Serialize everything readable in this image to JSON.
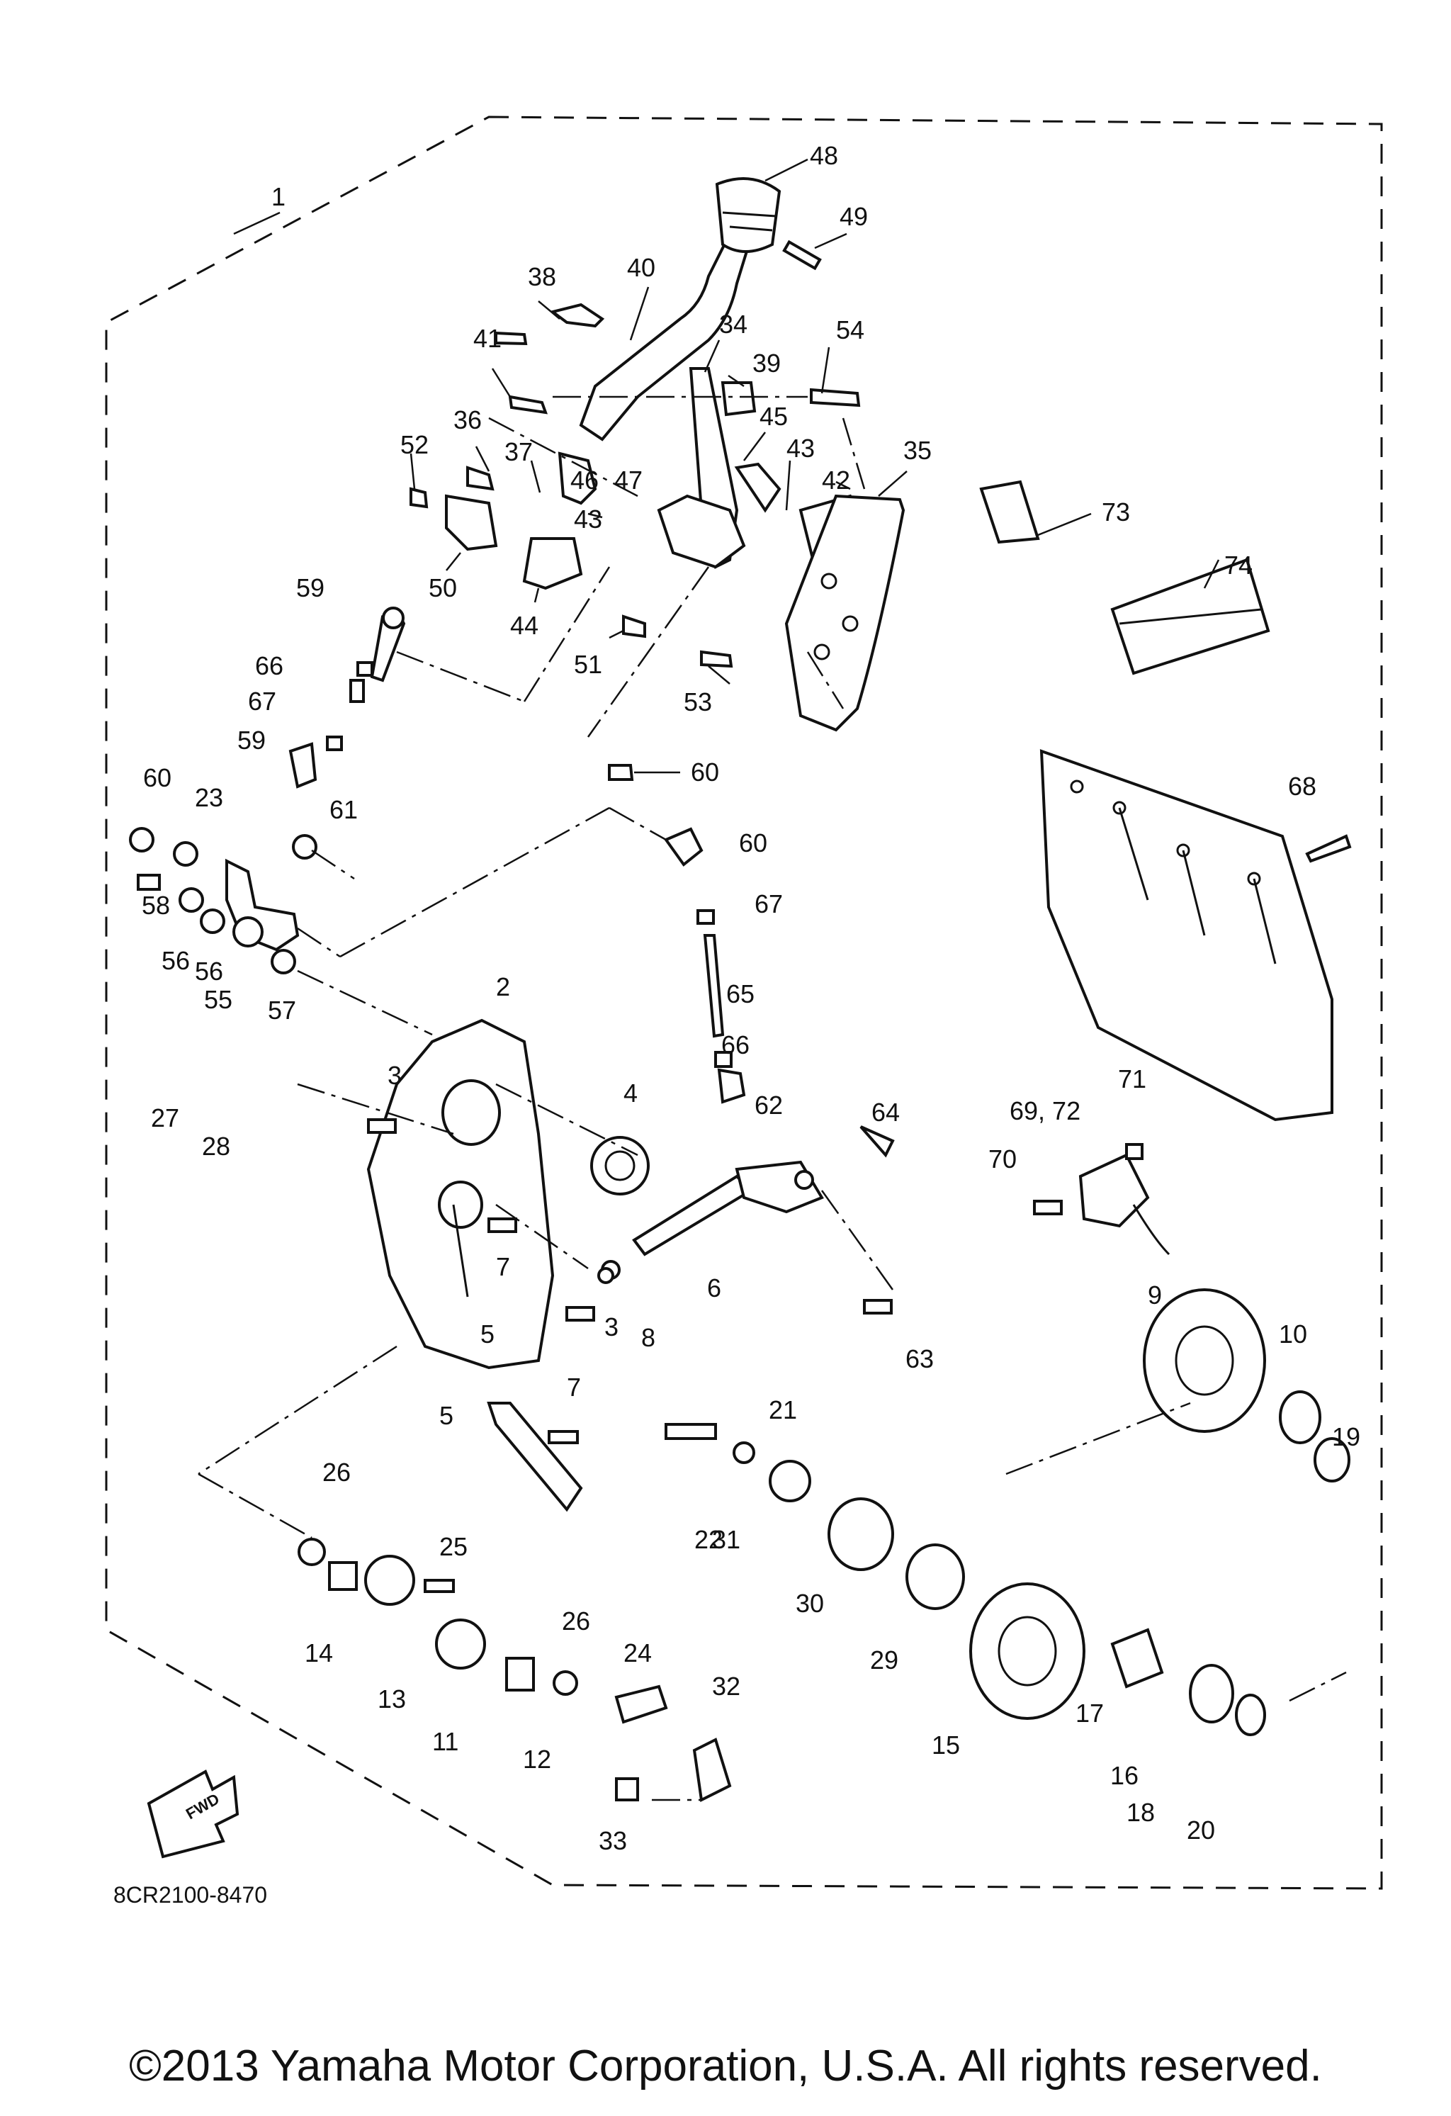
{
  "diagram": {
    "part_code": "8CR2100-8470",
    "fwd_label": "FWD",
    "copyright": "©2013 Yamaha Motor Corporation, U.S.A. All rights reserved.",
    "callouts": [
      "1",
      "2",
      "3",
      "3",
      "4",
      "5",
      "5",
      "6",
      "7",
      "7",
      "8",
      "9",
      "10",
      "11",
      "12",
      "13",
      "14",
      "15",
      "16",
      "17",
      "18",
      "19",
      "20",
      "21",
      "22",
      "23",
      "24",
      "25",
      "26",
      "26",
      "27",
      "28",
      "29",
      "30",
      "31",
      "32",
      "33",
      "34",
      "35",
      "36",
      "37",
      "38",
      "39",
      "40",
      "41",
      "42",
      "43",
      "43",
      "44",
      "45",
      "46",
      "47",
      "48",
      "49",
      "50",
      "51",
      "52",
      "53",
      "54",
      "55",
      "56",
      "56",
      "57",
      "58",
      "59",
      "59",
      "60",
      "60",
      "60",
      "61",
      "62",
      "63",
      "64",
      "65",
      "66",
      "66",
      "67",
      "67",
      "68",
      "69, 72",
      "70",
      "71",
      "73",
      "74"
    ]
  }
}
